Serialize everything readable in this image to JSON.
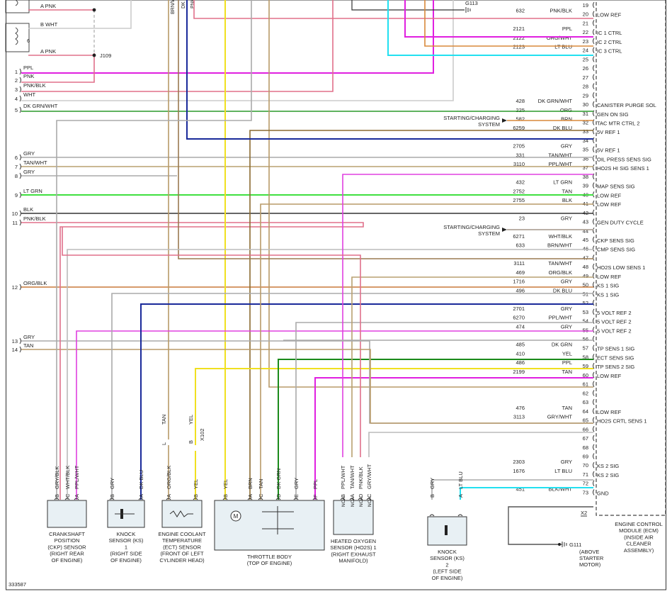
{
  "diagram_id": "333587",
  "ground_label": "G113",
  "ground_bottom": {
    "name": "G111",
    "note": [
      "(ABOVE",
      "STARTER",
      "MOTOR)"
    ]
  },
  "splice_label": "J109",
  "ecm_title": [
    "ENGINE CONTROL",
    "MODULE (ECM)",
    "(INSIDE AIR",
    "CLEANER",
    "ASSEMBLY)"
  ],
  "ecm_last_pin": "X2",
  "ecm_pins": [
    {
      "pin": "19",
      "circuit": "",
      "color": "",
      "label": "",
      "hex": ""
    },
    {
      "pin": "20",
      "circuit": "632",
      "color": "PNK/BLK",
      "label": "LOW REF",
      "hex": "#e0708a"
    },
    {
      "pin": "21",
      "circuit": "",
      "color": "",
      "label": "",
      "hex": ""
    },
    {
      "pin": "22",
      "circuit": "2121",
      "color": "PPL",
      "label": "IC 1 CTRL",
      "hex": "#e020e0"
    },
    {
      "pin": "23",
      "circuit": "2122",
      "color": "ORG/WHT",
      "label": "IC 2 CTRL",
      "hex": "#d8883a"
    },
    {
      "pin": "24",
      "circuit": "2123",
      "color": "LT BLU",
      "label": "IC 3 CTRL",
      "hex": "#22e0f0"
    },
    {
      "pin": "25",
      "circuit": "",
      "color": "",
      "label": "",
      "hex": ""
    },
    {
      "pin": "26",
      "circuit": "",
      "color": "",
      "label": "",
      "hex": ""
    },
    {
      "pin": "27",
      "circuit": "",
      "color": "",
      "label": "",
      "hex": ""
    },
    {
      "pin": "28",
      "circuit": "",
      "color": "",
      "label": "",
      "hex": ""
    },
    {
      "pin": "29",
      "circuit": "",
      "color": "",
      "label": "",
      "hex": ""
    },
    {
      "pin": "30",
      "circuit": "428",
      "color": "DK GRN/WHT",
      "label": "CANISTER PURGE SOL",
      "hex": "#2a9a2a"
    },
    {
      "pin": "31",
      "circuit": "225",
      "color": "ORG",
      "label": "GEN ON SIG",
      "hex": ""
    },
    {
      "pin": "32",
      "circuit": "582",
      "color": "BRN",
      "label": "TAC MTR CTRL 2",
      "hex": "#8a6a30"
    },
    {
      "pin": "33",
      "circuit": "6259",
      "color": "DK BLU",
      "label": "5V REF 1",
      "hex": "#1a2a9a"
    },
    {
      "pin": "34",
      "circuit": "",
      "color": "",
      "label": "",
      "hex": ""
    },
    {
      "pin": "35",
      "circuit": "2705",
      "color": "GRY",
      "label": "5V REF 1",
      "hex": "#aaaaaa"
    },
    {
      "pin": "36",
      "circuit": "331",
      "color": "TAN/WHT",
      "label": "OIL PRESS SENS SIG",
      "hex": "#b8a070"
    },
    {
      "pin": "37",
      "circuit": "3110",
      "color": "PPL/WHT",
      "label": "HO2S HI SIG SENS 1",
      "hex": "#e040e0"
    },
    {
      "pin": "38",
      "circuit": "",
      "color": "",
      "label": "",
      "hex": ""
    },
    {
      "pin": "39",
      "circuit": "432",
      "color": "LT GRN",
      "label": "MAP SENS SIG",
      "hex": "#40e040"
    },
    {
      "pin": "40",
      "circuit": "2752",
      "color": "TAN",
      "label": "LOW REF",
      "hex": "#b89a68"
    },
    {
      "pin": "41",
      "circuit": "2755",
      "color": "BLK",
      "label": "LOW REF",
      "hex": "#333333"
    },
    {
      "pin": "42",
      "circuit": "",
      "color": "",
      "label": "",
      "hex": ""
    },
    {
      "pin": "43",
      "circuit": "23",
      "color": "GRY",
      "label": "GEN DUTY CYCLE",
      "hex": ""
    },
    {
      "pin": "44",
      "circuit": "",
      "color": "",
      "label": "",
      "hex": ""
    },
    {
      "pin": "45",
      "circuit": "6271",
      "color": "WHT/BLK",
      "label": "CKP SENS SIG",
      "hex": "#bbbbbb"
    },
    {
      "pin": "46",
      "circuit": "633",
      "color": "BRN/WHT",
      "label": "CMP SENS SIG",
      "hex": "#9a7a50"
    },
    {
      "pin": "47",
      "circuit": "",
      "color": "",
      "label": "",
      "hex": ""
    },
    {
      "pin": "48",
      "circuit": "3111",
      "color": "TAN/WHT",
      "label": "HO2S LOW SENS 1",
      "hex": "#b8a070"
    },
    {
      "pin": "49",
      "circuit": "469",
      "color": "ORG/BLK",
      "label": "LOW REF",
      "hex": "#c87a3a"
    },
    {
      "pin": "50",
      "circuit": "1716",
      "color": "GRY",
      "label": "KS 1 SIG",
      "hex": "#aaaaaa"
    },
    {
      "pin": "51",
      "circuit": "496",
      "color": "DK BLU",
      "label": "KS 1 SIG",
      "hex": "#1a2a9a"
    },
    {
      "pin": "52",
      "circuit": "",
      "color": "",
      "label": "",
      "hex": ""
    },
    {
      "pin": "53",
      "circuit": "2701",
      "color": "GRY",
      "label": "5 VOLT REF 2",
      "hex": "#aaaaaa"
    },
    {
      "pin": "54",
      "circuit": "6270",
      "color": "PPL/WHT",
      "label": "5 VOLT REF 2",
      "hex": "#e040e0"
    },
    {
      "pin": "55",
      "circuit": "474",
      "color": "GRY",
      "label": "5 VOLT REF 2",
      "hex": "#aaaaaa"
    },
    {
      "pin": "56",
      "circuit": "",
      "color": "",
      "label": "",
      "hex": ""
    },
    {
      "pin": "57",
      "circuit": "485",
      "color": "DK GRN",
      "label": "TP SENS 1 SIG",
      "hex": "#1a8a1a"
    },
    {
      "pin": "58",
      "circuit": "410",
      "color": "YEL",
      "label": "ECT SENS SIG",
      "hex": "#f0e020"
    },
    {
      "pin": "59",
      "circuit": "486",
      "color": "PPL",
      "label": "TP SENS 2 SIG",
      "hex": "#e020e0"
    },
    {
      "pin": "60",
      "circuit": "2199",
      "color": "TAN",
      "label": "LOW REF",
      "hex": "#b89a68"
    },
    {
      "pin": "61",
      "circuit": "",
      "color": "",
      "label": "",
      "hex": ""
    },
    {
      "pin": "62",
      "circuit": "",
      "color": "",
      "label": "",
      "hex": ""
    },
    {
      "pin": "63",
      "circuit": "",
      "color": "",
      "label": "",
      "hex": ""
    },
    {
      "pin": "64",
      "circuit": "476",
      "color": "TAN",
      "label": "LOW REF",
      "hex": "#b89a68"
    },
    {
      "pin": "65",
      "circuit": "3113",
      "color": "GRY/WHT",
      "label": "HO2S CRTL SENS 1",
      "hex": "#bbbbbb"
    },
    {
      "pin": "66",
      "circuit": "",
      "color": "",
      "label": "",
      "hex": ""
    },
    {
      "pin": "67",
      "circuit": "",
      "color": "",
      "label": "",
      "hex": ""
    },
    {
      "pin": "68",
      "circuit": "",
      "color": "",
      "label": "",
      "hex": ""
    },
    {
      "pin": "69",
      "circuit": "",
      "color": "",
      "label": "",
      "hex": ""
    },
    {
      "pin": "70",
      "circuit": "2303",
      "color": "GRY",
      "label": "KS 2 SIG",
      "hex": "#aaaaaa"
    },
    {
      "pin": "71",
      "circuit": "1676",
      "color": "LT BLU",
      "label": "KS 2 SIG",
      "hex": "#22e0f0"
    },
    {
      "pin": "72",
      "circuit": "",
      "color": "",
      "label": "",
      "hex": ""
    },
    {
      "pin": "73",
      "circuit": "451",
      "color": "BLK/WHT",
      "label": "GND",
      "hex": "#555555"
    }
  ],
  "left_conn": [
    {
      "num": "1",
      "color": "PPL"
    },
    {
      "num": "2",
      "color": "PNK"
    },
    {
      "num": "3",
      "color": "PNK/BLK"
    },
    {
      "num": "4",
      "color": "WHT"
    },
    {
      "num": "5",
      "color": "DK GRN/WHT"
    },
    {
      "num": "6",
      "color": "GRY"
    },
    {
      "num": "7",
      "color": "TAN/WHT"
    },
    {
      "num": "8",
      "color": "GRY"
    },
    {
      "num": "9",
      "color": "LT GRN"
    },
    {
      "num": "10",
      "color": "BLK"
    },
    {
      "num": "11",
      "color": "PNK/BLK"
    },
    {
      "num": "12",
      "color": "ORG/BLK"
    },
    {
      "num": "13",
      "color": "GRY"
    },
    {
      "num": "14",
      "color": "TAN"
    }
  ],
  "coil_labels": {
    "a_pnk": "A  PNK",
    "b_wht": "B  WHT",
    "a_pnk2": "A  PNK",
    "coil6": "6"
  },
  "top_wire_labels": [
    "BRN/W",
    "DK",
    "PNK"
  ],
  "starting_charging": [
    "STARTING/CHARGING",
    "SYSTEM"
  ],
  "components": [
    {
      "id": "ckp",
      "name": [
        "CRANKSHAFT",
        "POSITION",
        "(CKP) SENSOR",
        "(RIGHT REAR",
        "OF ENGINE)"
      ],
      "pins": [
        {
          "p": "B",
          "c": "GRY/BLK"
        },
        {
          "p": "C",
          "c": "WHT/BLK"
        },
        {
          "p": "A",
          "c": "PPL/WHT"
        }
      ]
    },
    {
      "id": "ks1",
      "name": [
        "KNOCK",
        "SENSOR (KS)",
        "1",
        "(RIGHT SIDE",
        "OF ENGINE)"
      ],
      "pins": [
        {
          "p": "B",
          "c": "GRY"
        },
        {
          "p": "A",
          "c": "DK BLU"
        }
      ]
    },
    {
      "id": "ect",
      "name": [
        "ENGINE COOLANT",
        "TEMPERATURE",
        "(ECT) SENSOR",
        "(FRONT OF LEFT",
        "CYLINDER HEAD)"
      ],
      "pins": [
        {
          "p": "A",
          "c": "ORG/BLK"
        },
        {
          "p": "B",
          "c": "YEL"
        }
      ]
    },
    {
      "id": "tb",
      "name": [
        "THROTTLE BODY",
        "(TOP OF ENGINE)"
      ],
      "pins": [
        {
          "p": "B",
          "c": "YEL"
        },
        {
          "p": "A",
          "c": "BRN"
        },
        {
          "p": "C",
          "c": "TAN"
        },
        {
          "p": "D",
          "c": "DK GRN"
        },
        {
          "p": "E",
          "c": "GRY"
        },
        {
          "p": "F",
          "c": "PPL"
        }
      ]
    },
    {
      "id": "ho2s",
      "name": [
        "HEATED OXYGEN",
        "SENSOR (HO2S) 1",
        "(RIGHT EXHAUST",
        "MANIFOLD)"
      ],
      "pins": [
        {
          "p": "B",
          "c": "PPL/WHT"
        },
        {
          "p": "A",
          "c": "TAN/WHT"
        },
        {
          "p": "D",
          "c": "PNK/BLK"
        },
        {
          "p": "C",
          "c": "GRY/WHT"
        }
      ]
    },
    {
      "id": "ks2",
      "name": [
        "KNOCK",
        "SENSOR (KS)",
        "2",
        "(LEFT SIDE",
        "OF ENGINE)"
      ],
      "pins": [
        {
          "p": "B",
          "c": "GRY"
        },
        {
          "p": "A",
          "c": "LT BLU"
        }
      ]
    }
  ],
  "ect_wire_labels": {
    "tan": "TAN",
    "yel": "YEL",
    "l": "L",
    "b": "B",
    "x102": "X102"
  },
  "ho2s_pin_caps": [
    "NCA",
    "NCA",
    "NCA",
    "NCA"
  ]
}
